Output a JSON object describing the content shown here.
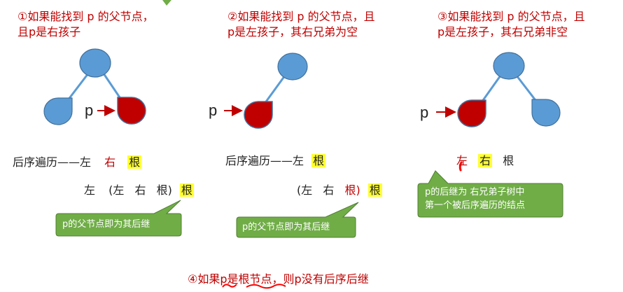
{
  "case1": {
    "title_line1": "①如果能找到 p 的父节点，",
    "title_line2": "且p是右孩子",
    "p_label": "p",
    "order_label": "后序遍历——左",
    "order_right": "右",
    "order_root": "根",
    "seq_left": "左",
    "seq_open": "(左",
    "seq_mid": "右",
    "seq_close": "根)",
    "seq_root": "根",
    "callout": "p的父节点即为其后继"
  },
  "case2": {
    "title_line1": "②如果能找到 p 的父节点，且",
    "title_line2": "p是左孩子，其右兄弟为空",
    "p_label": "p",
    "order_label": "后序遍历——左",
    "order_root": "根",
    "seq_open": "(左",
    "seq_mid": "右",
    "seq_close": "根)",
    "seq_root": "根",
    "callout": "p的父节点即为其后继"
  },
  "case3": {
    "title_line1": "③如果能找到 p 的父节点，且",
    "title_line2": "p是左孩子，其右兄弟非空",
    "p_label": "p",
    "order_left": "左",
    "order_right": "右",
    "order_root": "根",
    "callout_line1": "p的后继为 右兄弟子树中",
    "callout_line2": "第一个被后序遍历的结点"
  },
  "case4": {
    "text_pre": "④如果",
    "text_p": "p",
    "text_is": "是",
    "text_root": "根节点",
    "text_post": "，则p没有后序后继"
  },
  "colors": {
    "node_blue": "#5b9bd5",
    "node_red": "#c00000",
    "title_red": "#c00000",
    "callout_green": "#70ad47",
    "highlight": "#ffff33",
    "annotation_red": "#ff0000"
  }
}
